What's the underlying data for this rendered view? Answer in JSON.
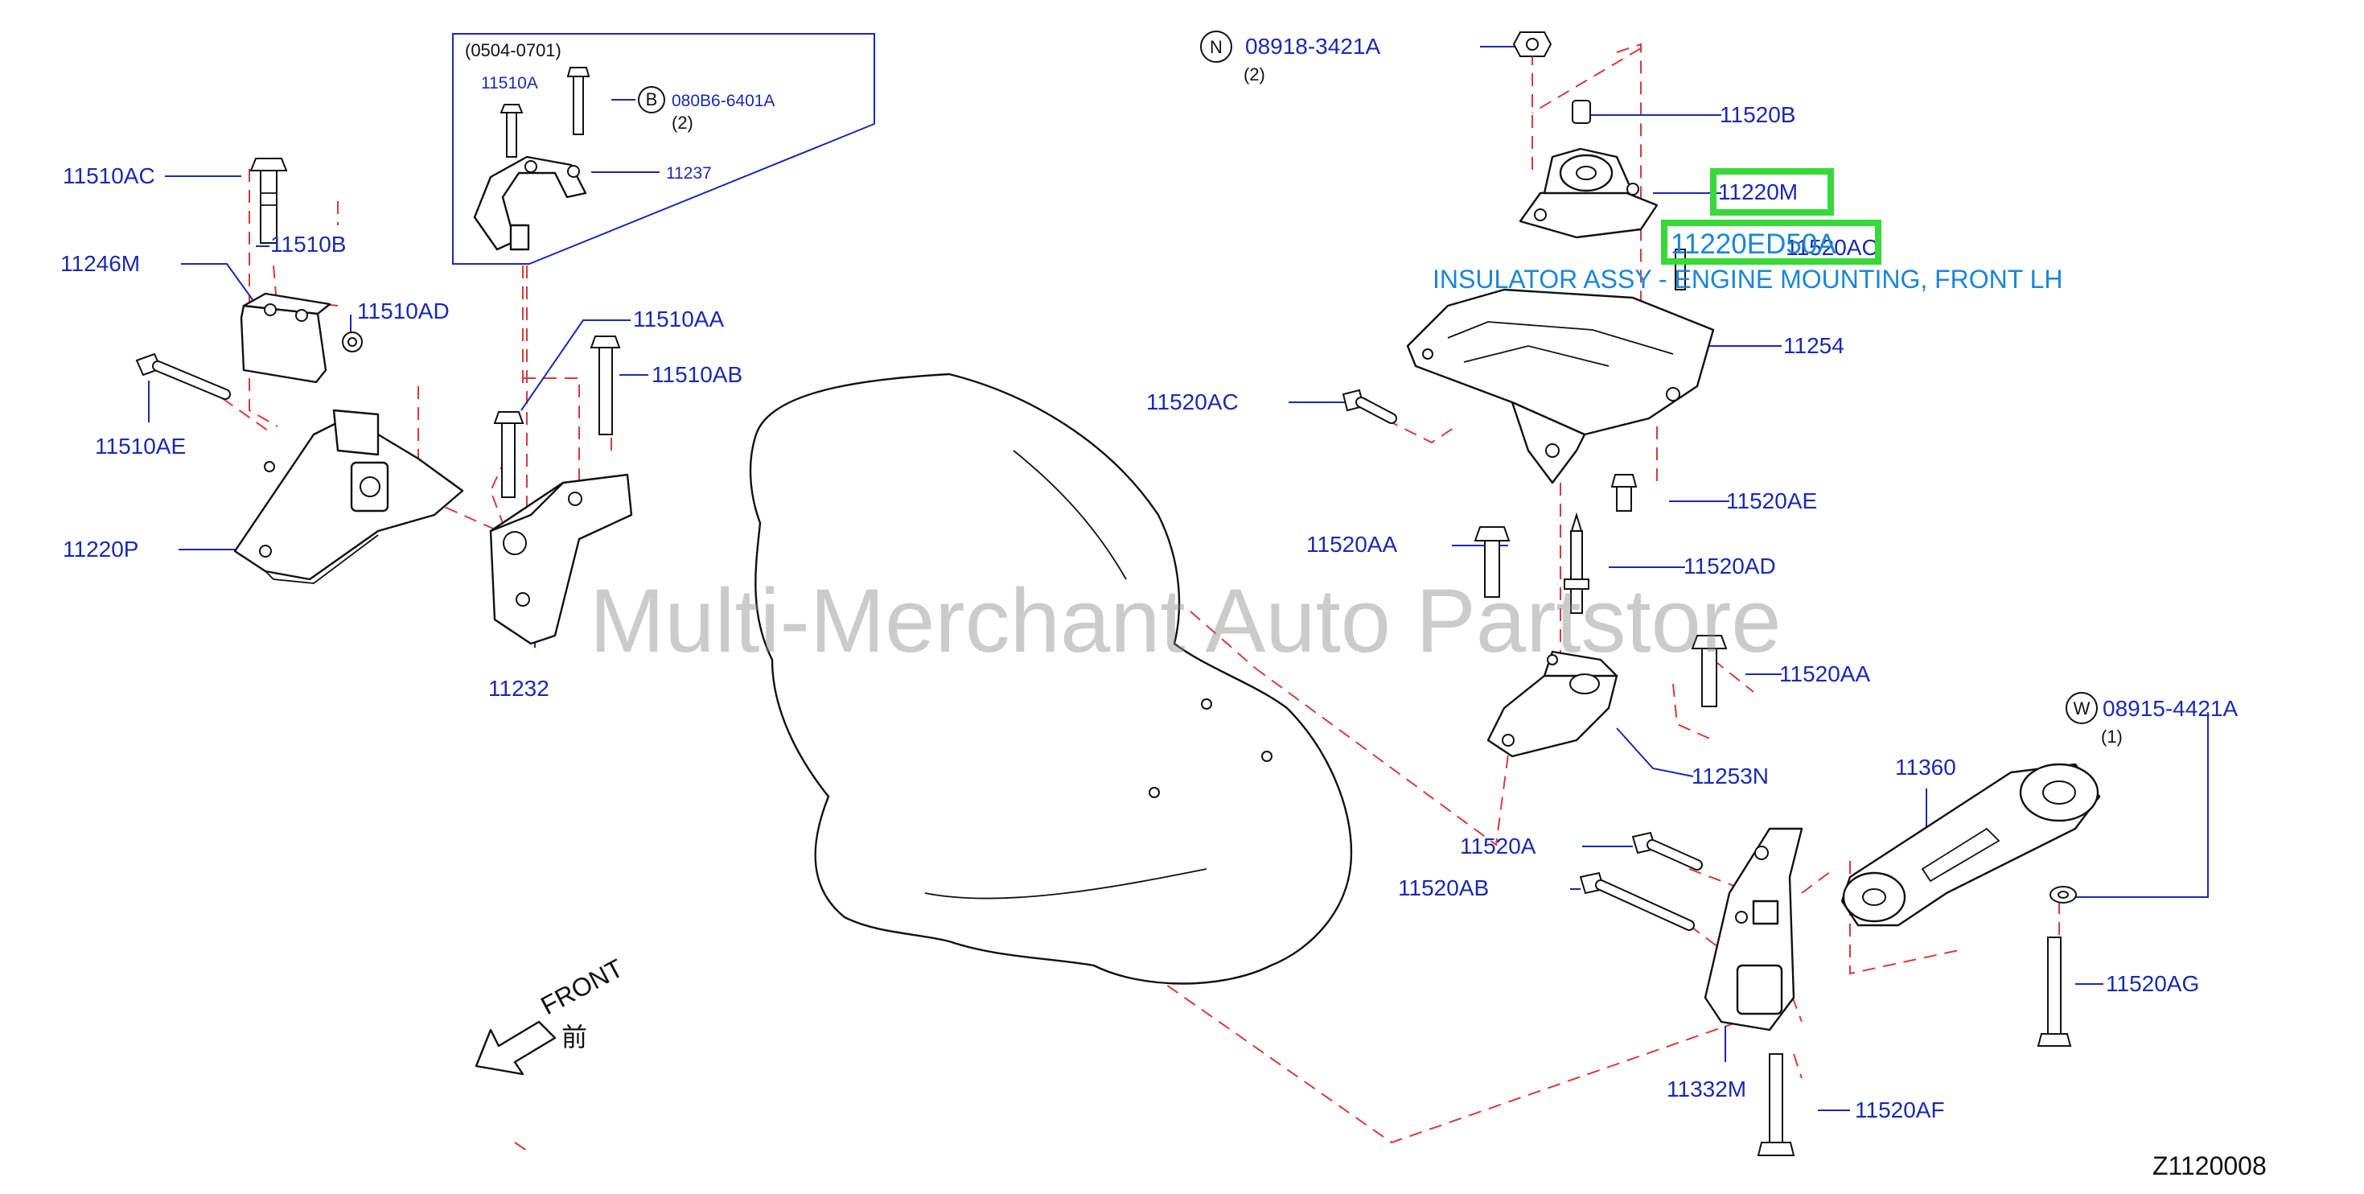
{
  "callouts": {
    "c11510AC": "11510AC",
    "c11510B": "11510B",
    "c11246M": "11246M",
    "c11510AD": "11510AD",
    "c11510AE": "11510AE",
    "c11220P": "11220P",
    "c11232": "11232",
    "c11510AA": "11510AA",
    "c11510AB": "11510AB",
    "c08918": "08918-3421A",
    "c08918_qty": "(2)",
    "c11520B": "11520B",
    "c11220M": "11220M",
    "c11520AC_top": "11520AC",
    "c11254": "11254",
    "c11520AC": "11520AC",
    "c11520AE": "11520AE",
    "c11520AA_left": "11520AA",
    "c11520AD": "11520AD",
    "c11520AA_right": "11520AA",
    "c11253N": "11253N",
    "c08915": "08915-4421A",
    "c08915_qty": "(1)",
    "c11360": "11360",
    "c11520A": "11520A",
    "c11520AB": "11520AB",
    "c11520AG": "11520AG",
    "c11332M": "11332M",
    "c11520AF": "11520AF"
  },
  "inset": {
    "date_range": "(0504-0701)",
    "c11510A": "11510A",
    "b_code": "080B6-6401A",
    "b_qty": "(2)",
    "c11237": "11237"
  },
  "circle_letters": {
    "n": "N",
    "b": "B",
    "w": "W"
  },
  "highlight": {
    "part_number": "11220ED50A",
    "description": "INSULATOR ASSY - ENGINE MOUNTING, FRONT LH"
  },
  "direction": {
    "front": "FRONT",
    "front_jp": "前"
  },
  "watermark": "Multi-Merchant Auto Partstore",
  "diagram_code": "Z1120008",
  "colors": {
    "callout_text": "#1a2ab0",
    "highlight_box": "#38d838",
    "highlight_text": "#1a86d8",
    "dashed_lines": "#d83a3a",
    "line_art": "#111111"
  }
}
